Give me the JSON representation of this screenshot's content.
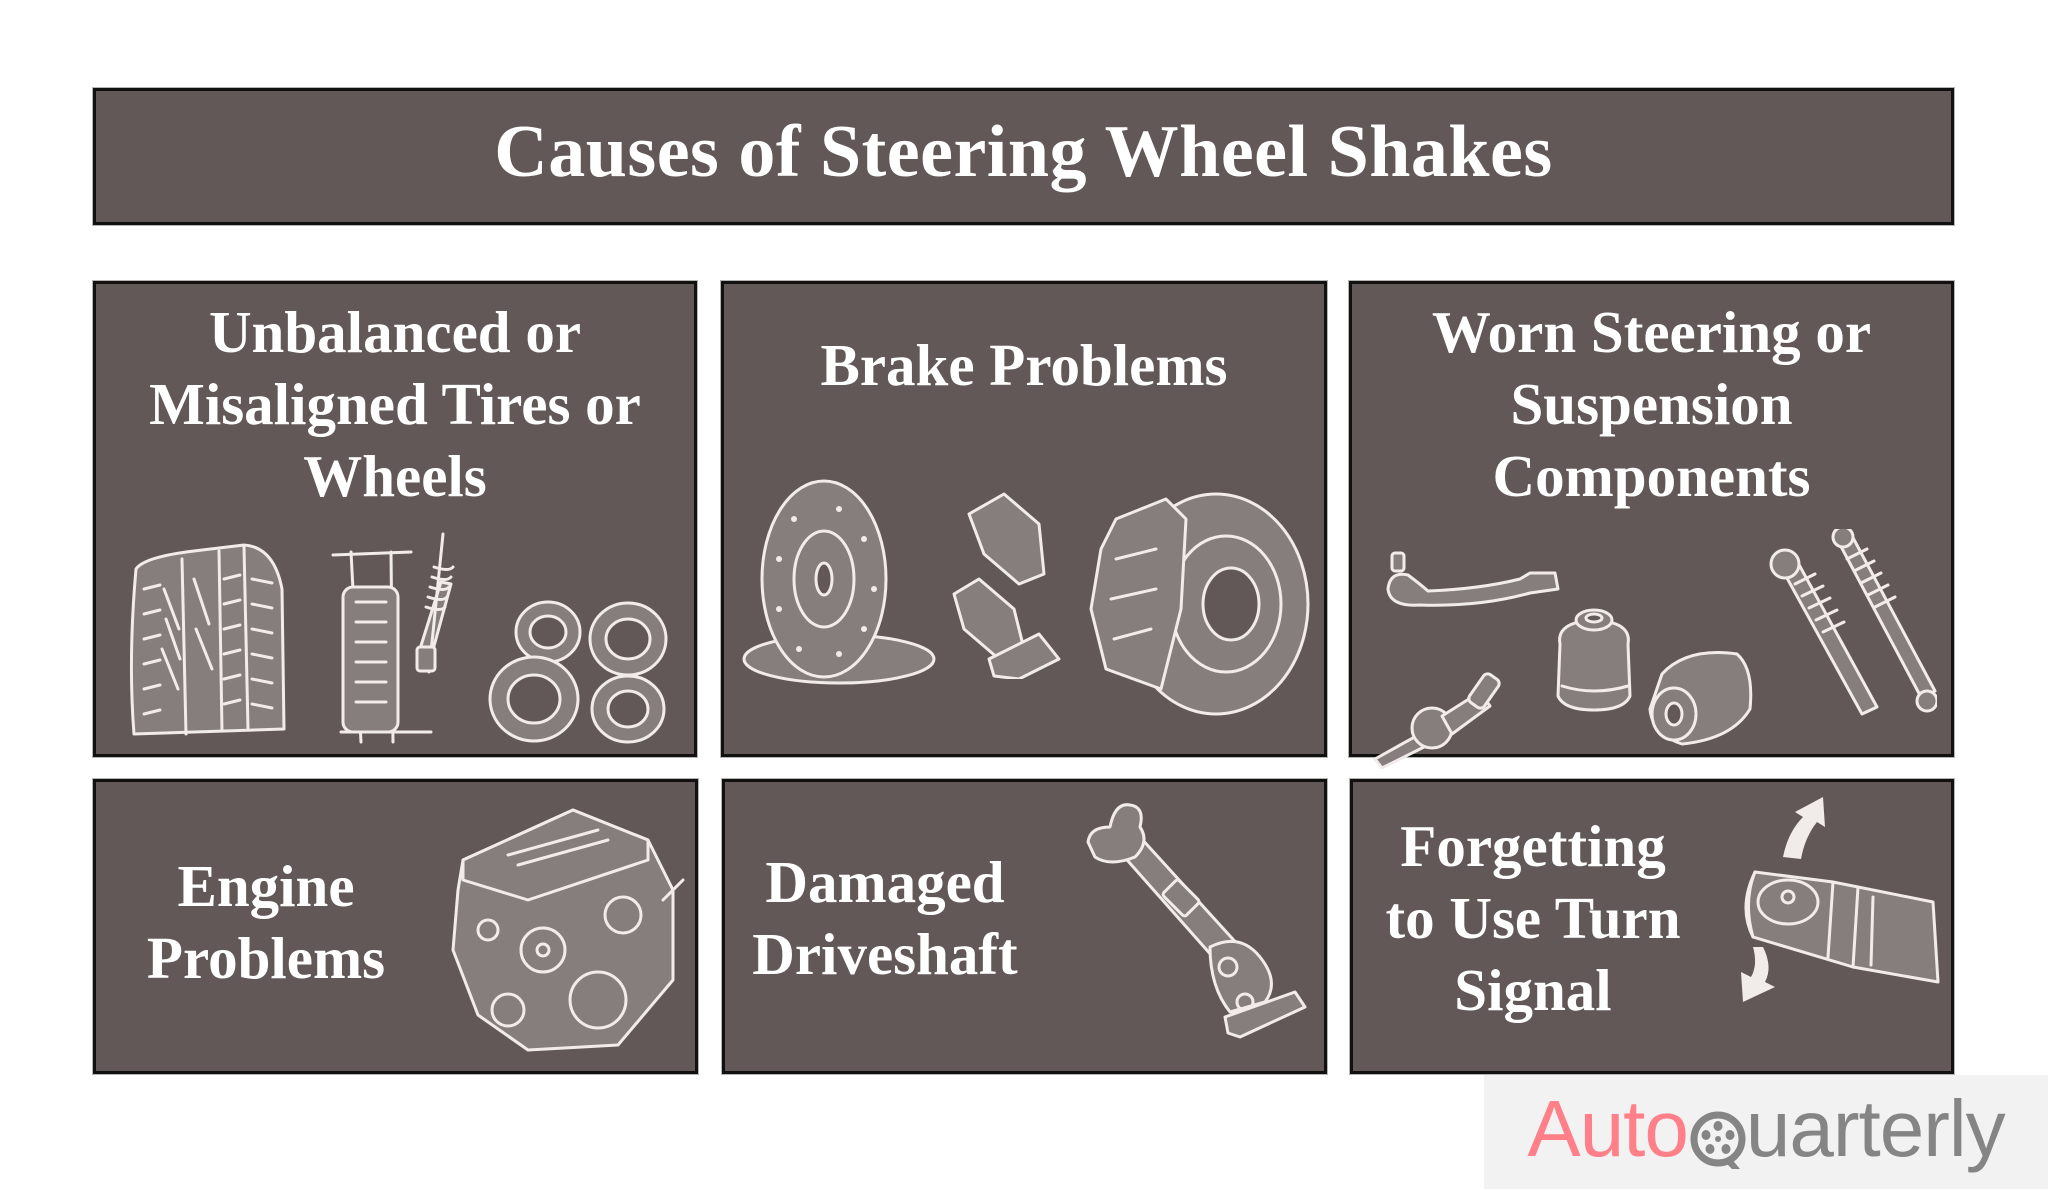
{
  "title": "Causes of Steering Wheel Shakes",
  "colors": {
    "panel_background": "#625858",
    "panel_border": "#111111",
    "text": "#ffffff",
    "sketch_fill": "#867d7d",
    "sketch_stroke": "#f1ece9",
    "logo_background": "#f2f2f2",
    "logo_auto": "#ff8088",
    "logo_quarterly": "#858585"
  },
  "causes": [
    {
      "lines": [
        "Unbalanced or",
        "Misaligned Tires or",
        "Wheels"
      ],
      "icons": [
        "tire-icon",
        "wheel-alignment-icon",
        "wheel-bearings-icon"
      ]
    },
    {
      "lines": [
        "Brake Problems"
      ],
      "icons": [
        "brake-rotor-icon",
        "brake-pads-icon",
        "brake-caliper-icon"
      ]
    },
    {
      "lines": [
        "Worn Steering or",
        "Suspension",
        "Components"
      ],
      "icons": [
        "tie-rod-end-icon",
        "ball-joint-icon",
        "bushing-icon",
        "control-arm-bushing-icon",
        "shock-absorber-icon"
      ]
    },
    {
      "lines": [
        "Engine",
        "Problems"
      ],
      "icons": [
        "engine-icon"
      ]
    },
    {
      "lines": [
        "Damaged",
        "Driveshaft"
      ],
      "icons": [
        "driveshaft-icon"
      ]
    },
    {
      "lines": [
        "Forgetting",
        "to Use Turn",
        "Signal"
      ],
      "icons": [
        "turn-signal-stalk-icon"
      ]
    }
  ],
  "logo": {
    "part1": "Auto",
    "part2": "uarterly",
    "full": "AutoQuarterly",
    "icon": "wheel-q-icon"
  }
}
